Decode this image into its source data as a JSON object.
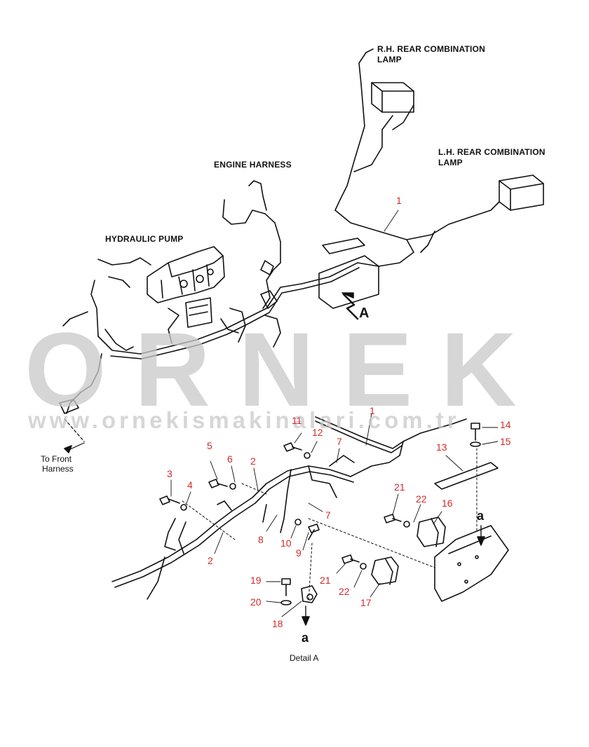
{
  "watermark": {
    "brand": "ORNEK",
    "url": "www.ornekismakinalari.com.tr"
  },
  "labels": {
    "rh_lamp_line1": "R.H. REAR COMBINATION",
    "rh_lamp_line2": "LAMP",
    "lh_lamp_line1": "L.H. REAR COMBINATION",
    "lh_lamp_line2": "LAMP",
    "engine_harness": "ENGINE HARNESS",
    "hydraulic_pump": "HYDRAULIC PUMP",
    "to_front_line1": "To Front",
    "to_front_line2": "Harness",
    "view_a": "A",
    "detail_ref": "a",
    "detail_a": "Detail A"
  },
  "callouts": {
    "c1_top": "1",
    "c1": "1",
    "c2_a": "2",
    "c2_b": "2",
    "c3": "3",
    "c4": "4",
    "c5": "5",
    "c6": "6",
    "c7_a": "7",
    "c7_b": "7",
    "c8": "8",
    "c9": "9",
    "c10": "10",
    "c11": "11",
    "c12": "12",
    "c13": "13",
    "c14": "14",
    "c15": "15",
    "c16": "16",
    "c17": "17",
    "c18": "18",
    "c19": "19",
    "c20": "20",
    "c21_a": "21",
    "c21_b": "21",
    "c22_a": "22",
    "c22_b": "22"
  }
}
